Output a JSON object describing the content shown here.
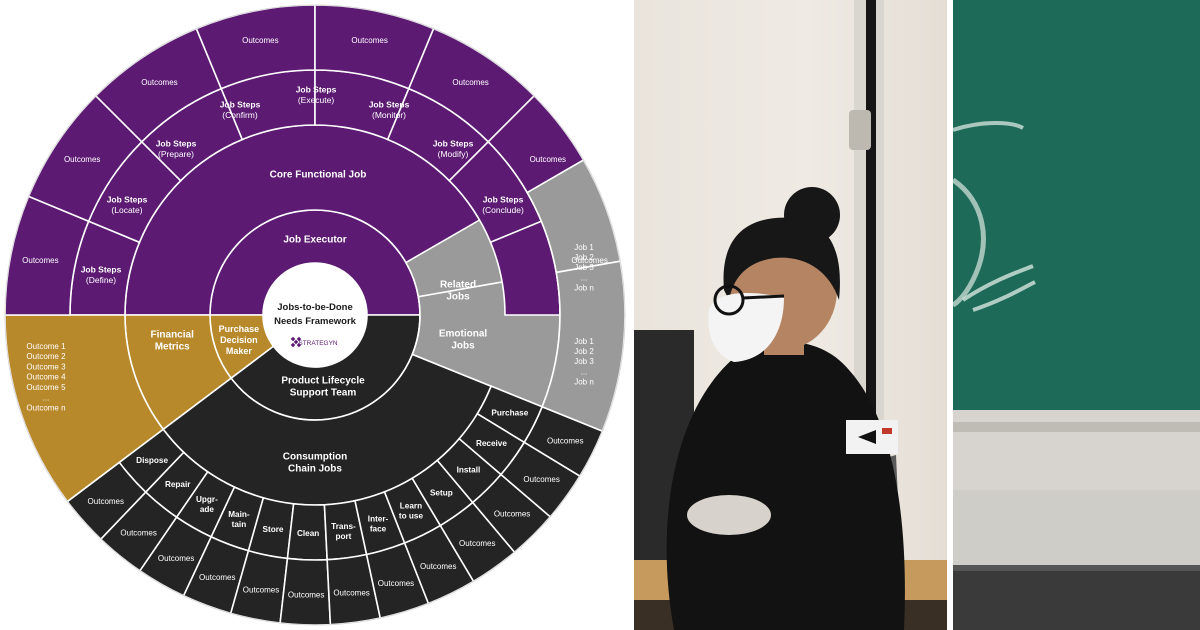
{
  "diagram": {
    "center": {
      "line1": "Jobs-to-be-Done",
      "line2": "Needs Framework",
      "logo_text": "STRATEGYN"
    },
    "job_executor": "Job Executor",
    "purchase_decision_maker": [
      "Purchase",
      "Decision",
      "Maker"
    ],
    "product_lifecycle_support_team": [
      "Product Lifecycle",
      "Support Team"
    ],
    "core_functional_job": "Core Functional Job",
    "financial_metrics": [
      "Financial",
      "Metrics"
    ],
    "consumption_chain_jobs": [
      "Consumption",
      "Chain Jobs"
    ],
    "related_jobs": [
      "Related",
      "Jobs"
    ],
    "emotional_jobs": [
      "Emotional",
      "Jobs"
    ],
    "job_steps": [
      {
        "title": "Job Steps",
        "sub": "(Define)"
      },
      {
        "title": "Job Steps",
        "sub": "(Locate)"
      },
      {
        "title": "Job Steps",
        "sub": "(Prepare)"
      },
      {
        "title": "Job Steps",
        "sub": "(Confirm)"
      },
      {
        "title": "Job Steps",
        "sub": "(Execute)"
      },
      {
        "title": "Job Steps",
        "sub": "(Monitor)"
      },
      {
        "title": "Job Steps",
        "sub": "(Modify)"
      },
      {
        "title": "Job Steps",
        "sub": "(Conclude)"
      }
    ],
    "outcomes_label": "Outcomes",
    "consumption_steps": [
      [
        "Dispose"
      ],
      [
        "Repair"
      ],
      [
        "Upgr-",
        "ade"
      ],
      [
        "Main-",
        "tain"
      ],
      [
        "Store"
      ],
      [
        "Clean"
      ],
      [
        "Trans-",
        "port"
      ],
      [
        "Inter-",
        "face"
      ],
      [
        "Learn",
        "to use"
      ],
      [
        "Setup"
      ],
      [
        "Install"
      ],
      [
        "Receive"
      ],
      [
        "Purchase"
      ]
    ],
    "financial_outcomes": [
      "Outcome 1",
      "Outcome 2",
      "Outcome 3",
      "Outcome 4",
      "Outcome 5",
      "...",
      "Outcome n"
    ],
    "related_job_list": [
      "Job 1",
      "Job 2",
      "Job 3",
      "...",
      "Job n"
    ],
    "emotional_job_list": [
      "Job 1",
      "Job 2",
      "Job 3",
      "...",
      "Job n"
    ]
  },
  "colors": {
    "purple": "#5c1a73",
    "gold": "#b8892b",
    "gray": "#9a9a9a",
    "black": "#242424",
    "divider": "#ffffff"
  },
  "photos": {
    "left_icon": "person-photo-icon",
    "right_icon": "chalkboard-photo-icon"
  }
}
